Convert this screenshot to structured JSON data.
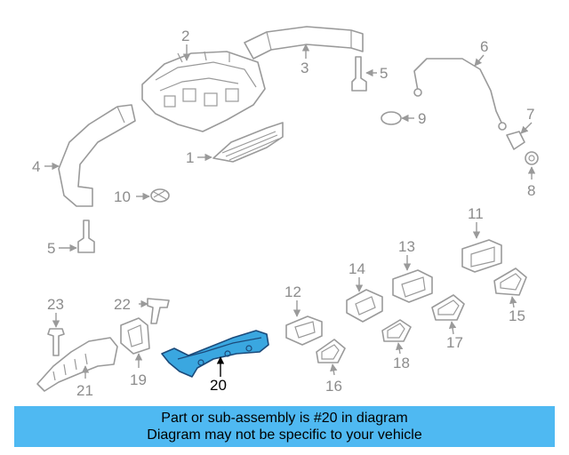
{
  "diagram": {
    "callouts": {
      "c1": "1",
      "c2": "2",
      "c3": "3",
      "c4": "4",
      "c5a": "5",
      "c5b": "5",
      "c6": "6",
      "c7": "7",
      "c8": "8",
      "c9": "9",
      "c10": "10",
      "c11": "11",
      "c12": "12",
      "c13": "13",
      "c14": "14",
      "c15": "15",
      "c16": "16",
      "c17": "17",
      "c18": "18",
      "c19": "19",
      "c20": "20",
      "c21": "21",
      "c22": "22",
      "c23": "23"
    },
    "highlighted_part": "20",
    "highlight_color": "#3aa7e0"
  },
  "banner": {
    "line1": "Part or sub-assembly is #20 in diagram",
    "line2": "Diagram may not be specific to your vehicle",
    "background": "#4fb9f2"
  }
}
